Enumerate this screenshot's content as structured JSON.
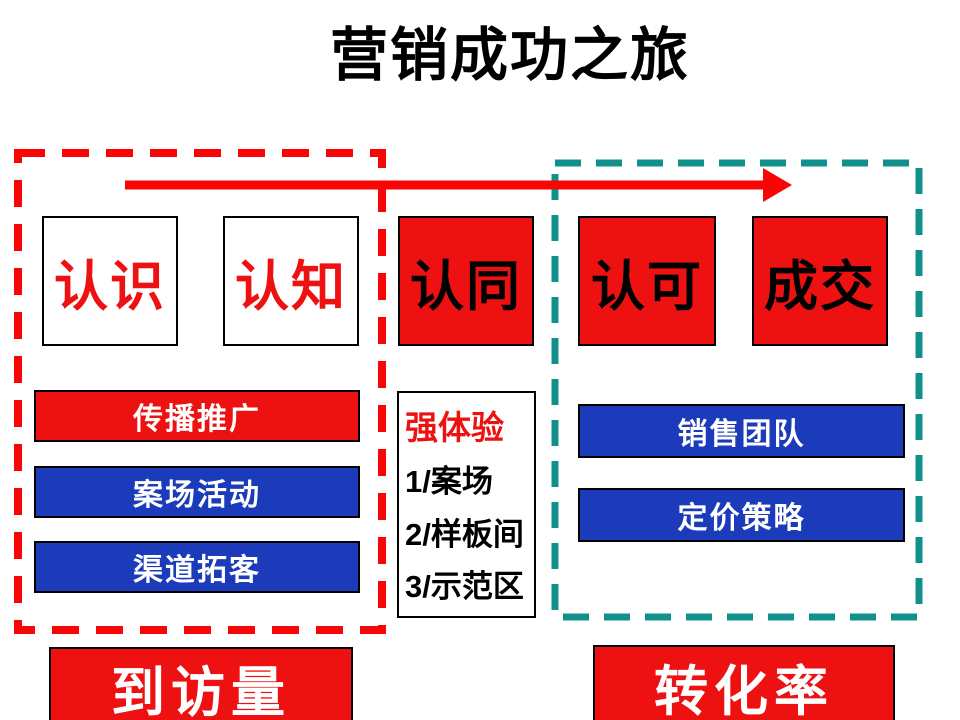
{
  "title": "营销成功之旅",
  "colors": {
    "box_red": "#EE1111",
    "dash_red": "#FA0505",
    "bar_blue": "#1B3BBB",
    "frame_teal": "#12918C",
    "ink": "#000000",
    "paper": "#FFFFFF"
  },
  "stages": [
    {
      "label": "认识",
      "variant": "white"
    },
    {
      "label": "认知",
      "variant": "white"
    },
    {
      "label": "认同",
      "variant": "red"
    },
    {
      "label": "认可",
      "variant": "red"
    },
    {
      "label": "成交",
      "variant": "red"
    }
  ],
  "awareness_group": {
    "bars": [
      {
        "label": "传播推广",
        "color": "red"
      },
      {
        "label": "案场活动",
        "color": "blue"
      },
      {
        "label": "渠道拓客",
        "color": "blue"
      }
    ]
  },
  "experience_box": {
    "title": "强体验",
    "items": [
      "1/案场",
      "2/样板间",
      "3/示范区"
    ]
  },
  "conversion_group": {
    "bars": [
      {
        "label": "销售团队",
        "color": "blue"
      },
      {
        "label": "定价策略",
        "color": "blue"
      }
    ]
  },
  "kpi": {
    "left": "到访量",
    "right": "转化率"
  }
}
